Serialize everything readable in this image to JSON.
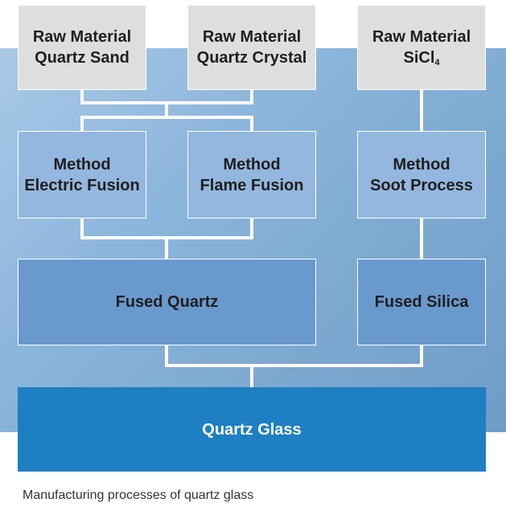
{
  "raw_materials": [
    {
      "line1": "Raw Material",
      "line2": "Quartz Sand",
      "sub": ""
    },
    {
      "line1": "Raw Material",
      "line2": "Quartz Crystal",
      "sub": ""
    },
    {
      "line1": "Raw Material",
      "line2": "SiCl",
      "sub": "4"
    }
  ],
  "methods": [
    {
      "line1": "Method",
      "line2": "Electric Fusion"
    },
    {
      "line1": "Method",
      "line2": "Flame Fusion"
    },
    {
      "line1": "Method",
      "line2": "Soot Process"
    }
  ],
  "fused": {
    "quartz": "Fused Quartz",
    "silica": "Fused Silica"
  },
  "final": "Quartz Glass",
  "caption": "Manufacturing processes of quartz glass",
  "colors": {
    "raw_box": "#dedede",
    "method_box": "#93b7de",
    "fused_box": "#6a99cd",
    "final_box": "#1e7fc2",
    "connector": "#ffffff"
  }
}
